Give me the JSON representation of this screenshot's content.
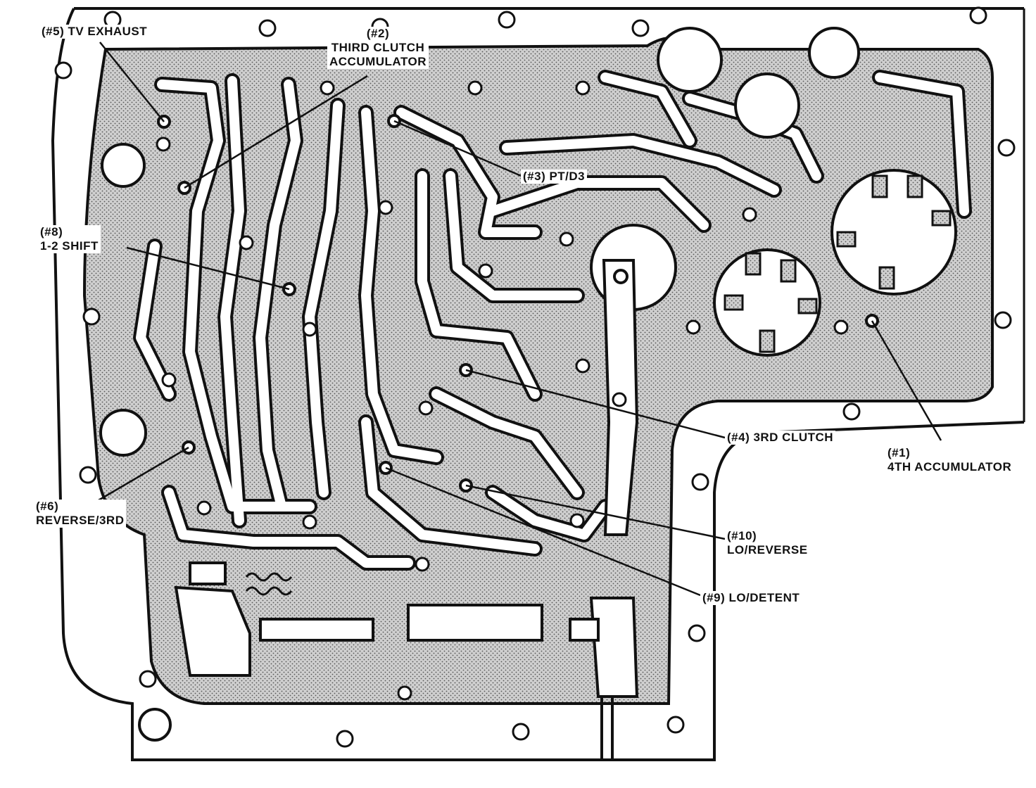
{
  "colors": {
    "ink": "#111111",
    "paper": "#ffffff",
    "casting_shade": "#bdbdbd"
  },
  "labels": {
    "tv_exhaust": "(#5) TV EXHAUST",
    "third_clutch_accum": [
      "(#2)",
      "THIRD CLUTCH",
      "ACCUMULATOR"
    ],
    "pt_d3": "(#3) PT/D3",
    "shift_12": [
      "(#8)",
      "1-2 SHIFT"
    ],
    "third_clutch": "(#4) 3RD CLUTCH",
    "fourth_accum": [
      "(#1)",
      "4TH ACCUMULATOR"
    ],
    "reverse_3rd": [
      "(#6)",
      "REVERSE/3RD"
    ],
    "lo_reverse": [
      "(#10)",
      "LO/REVERSE"
    ],
    "lo_detent": "(#9) LO/DETENT"
  }
}
